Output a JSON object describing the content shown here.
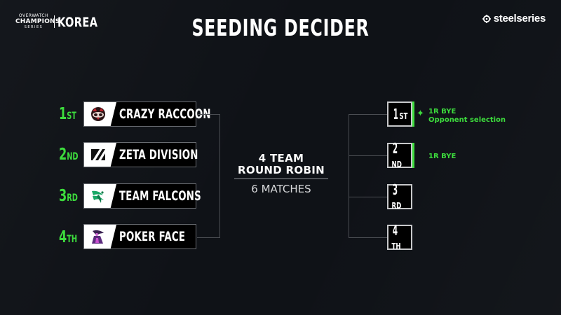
{
  "header": {
    "event_top": "OVERWATCH",
    "event_main": "CHAMPIONS",
    "event_bottom": "SERIES",
    "region": "KOREA",
    "title": "SEEDING DECIDER",
    "sponsor": "steelseries"
  },
  "teams": [
    {
      "rank_num": "1",
      "rank_suffix": "ST",
      "name": "CRAZY RACCOON"
    },
    {
      "rank_num": "2",
      "rank_suffix": "ND",
      "name": "ZETA DIVISION"
    },
    {
      "rank_num": "3",
      "rank_suffix": "RD",
      "name": "TEAM FALCONS"
    },
    {
      "rank_num": "4",
      "rank_suffix": "TH",
      "name": "POKER FACE"
    }
  ],
  "format": {
    "line1": "4 TEAM",
    "line2": "ROUND ROBIN",
    "matches": "6 MATCHES"
  },
  "placements": [
    {
      "num": "1",
      "suffix": "ST",
      "reward_line1": "1R BYE",
      "reward_line2": "Opponent selection"
    },
    {
      "num": "2",
      "suffix": "ND",
      "reward_line1": "1R BYE",
      "reward_line2": ""
    },
    {
      "num": "3",
      "suffix": "RD",
      "reward_line1": "",
      "reward_line2": ""
    },
    {
      "num": "4",
      "suffix": "TH",
      "reward_line1": "",
      "reward_line2": ""
    }
  ],
  "colors": {
    "accent_green": "#3ddc3d",
    "background": "#0f1217",
    "card_border": "#6a6d72"
  }
}
